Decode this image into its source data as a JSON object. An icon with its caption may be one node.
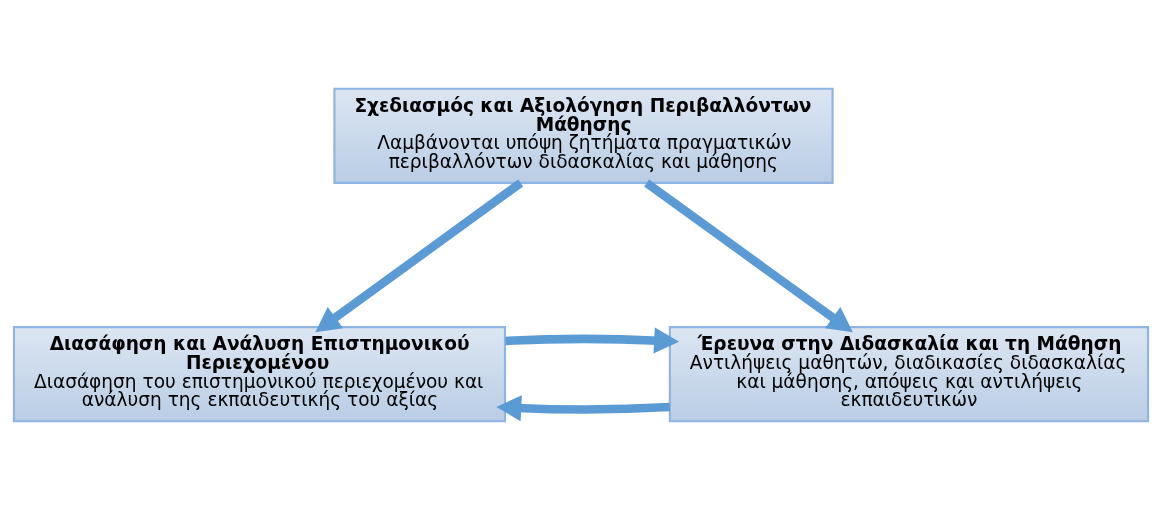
{
  "diagram": {
    "nodes": [
      {
        "text": [
          "Σχεδιασμός και Αξιολόγηση Περιβαλλόντων Μάθησης",
          "Λαμβάνονται υπόψη ζητήματα πραγματικών περιβαλλόντων διδασκαλίας και μάθησης"
        ]
      },
      {
        "text": [
          "Διασάφηση και Ανάλυση Επιστημονικού Περιεχομένου",
          "Διασάφηση του επιστημονικού περιεχομένου και ανάλυση της εκπαιδευτικής του αξίας"
        ]
      },
      {
        "text": [
          "Έρευνα στην Διδασκαλία και τη Μάθηση",
          "Αντιλήψεις μαθητών, διαδικασίες διδασκαλίας και μάθησης, απόψεις και αντιλήψεις εκπαιδευτικών"
        ]
      }
    ],
    "edges": [
      {
        "from": 0,
        "to": 1,
        "arrow": "to"
      },
      {
        "from": 0,
        "to": 2,
        "arrow": "to"
      },
      {
        "from": 2,
        "to": 1,
        "arrow": "to"
      },
      {
        "from": 1,
        "to": 2,
        "arrow": "to"
      }
    ]
  }
}
